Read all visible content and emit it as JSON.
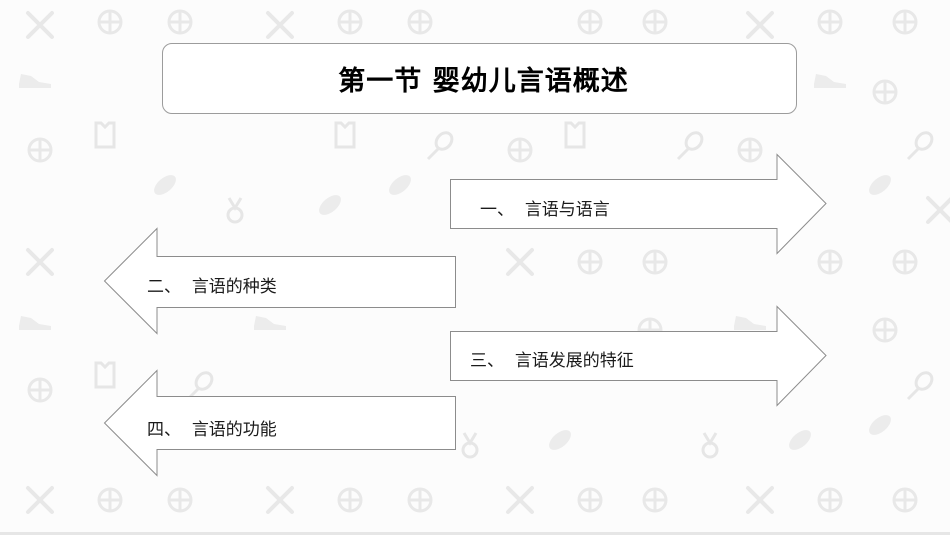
{
  "slide": {
    "title": "第一节 婴幼儿言语概述",
    "items": [
      {
        "number": "一、",
        "text": "言语与语言",
        "direction": "right"
      },
      {
        "number": "二、",
        "text": "言语的种类",
        "direction": "left"
      },
      {
        "number": "三、",
        "text": "言语发展的特征",
        "direction": "right"
      },
      {
        "number": "四、",
        "text": "言语的功能",
        "direction": "left"
      }
    ]
  },
  "colors": {
    "arrow_stroke": "#8c8c8c",
    "arrow_fill": "#ffffff",
    "background": "#fcfcfc",
    "pattern": "#ececec"
  },
  "background_icons": [
    "tools-icon",
    "soccer-ball-icon",
    "basketball-icon",
    "shuttlecock-icon",
    "sneaker-icon",
    "jersey-icon",
    "racket-icon",
    "rugby-ball-icon",
    "medal-icon"
  ]
}
